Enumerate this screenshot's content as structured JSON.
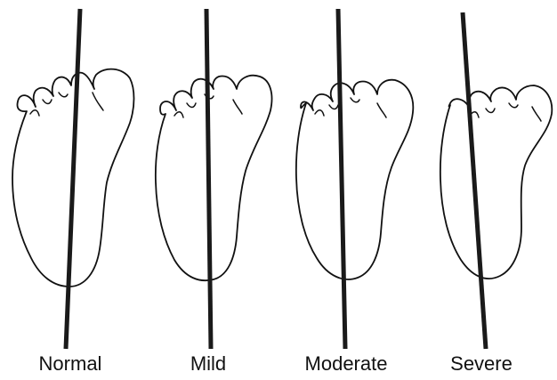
{
  "labels": {
    "normal": "Normal",
    "mild": "Mild",
    "moderate": "Moderate",
    "severe": "Severe"
  },
  "colors": {
    "ink": "#111111",
    "background": "#ffffff"
  }
}
